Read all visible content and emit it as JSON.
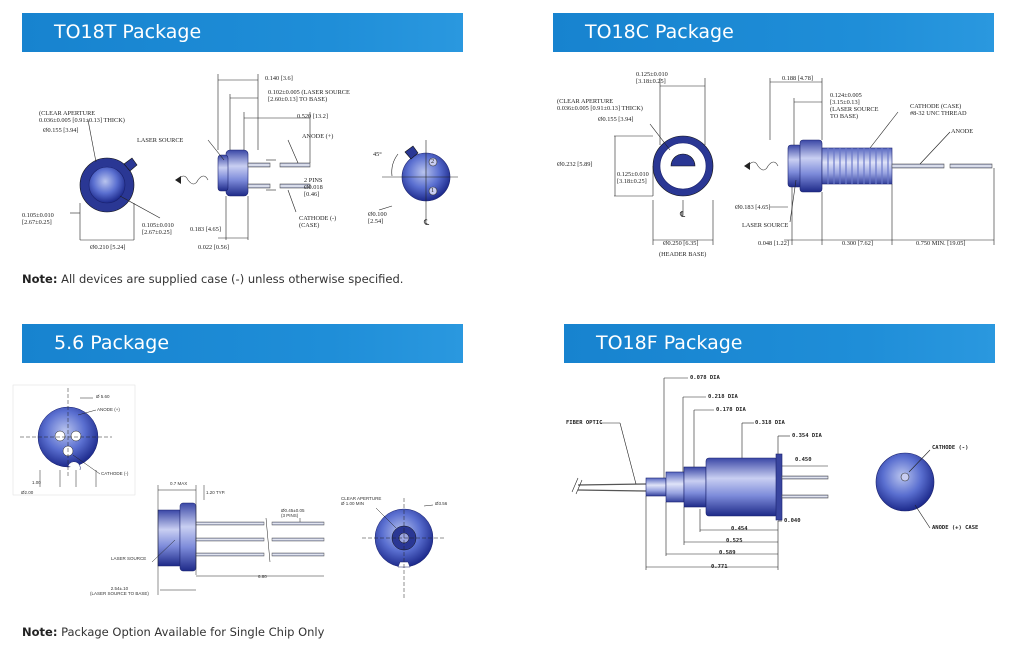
{
  "panels": {
    "to18t": {
      "title": "TO18T  Package"
    },
    "to18c": {
      "title": "TO18C  Package"
    },
    "p56": {
      "title": "5.6 Package"
    },
    "to18f": {
      "title": "TO18F Package"
    }
  },
  "notes": {
    "note1": {
      "label": "Note:",
      "text": " All devices are supplied case (-) unless otherwise specified."
    },
    "note2": {
      "label": "Note:",
      "text": " Package Option Available for Single Chip Only"
    }
  },
  "to18t": {
    "clear_aperture_1": "(CLEAR APERTURE",
    "clear_aperture_2": "0.036±0.005 [0.91±0.13] THICK)",
    "dia155": "Ø0.155 [3.94]",
    "laser_source": "LASER SOURCE",
    "d105a_1": "0.105±0.010",
    "d105a_2": "[2.67±0.25]",
    "d105b_1": "0.105±0.010",
    "d105b_2": "[2.67±0.25]",
    "dia210": "Ø0.210 [5.24]",
    "d140": "0.140 [3.6]",
    "d102_1": "0.102±0.005  (LASER SOURCE",
    "d102_2": "[2.60±0.13]    TO BASE)",
    "d520": "0.520 [13.2]",
    "anode": "ANODE (+)",
    "pins_1": "2 PINS",
    "pins_2": "Ø0.018",
    "pins_3": "[0.46]",
    "cathode_1": "CATHODE (-)",
    "cathode_2": "(CASE)",
    "d183": "0.183 [4.65]",
    "d022": "0.022 [0.56]",
    "deg45": "45°",
    "d100_1": "Ø0.100",
    "d100_2": "[2.54]",
    "pin1": "1",
    "pin2": "2",
    "cl": "℄"
  },
  "to18c": {
    "d125top_1": "0.125±0.010",
    "d125top_2": "[3.18±0.25]",
    "clear_aperture_1": "(CLEAR APERTURE",
    "clear_aperture_2": "0.036±0.005 [0.91±0.13] THICK)",
    "dia155": "Ø0.155 [3.94]",
    "dia232": "Ø0.232 [5.89]",
    "d125mid_1": "0.125±0.010",
    "d125mid_2": "[3.18±0.25]",
    "dia250": "Ø0.250 [6.35]",
    "header_base": "(HEADER BASE)",
    "cl": "℄",
    "d188": "0.188 [4.78]",
    "d124_1": "0.124±0.005",
    "d124_2": "[3.15±0.13]",
    "d124_3": "(LASER SOURCE",
    "d124_4": "TO BASE)",
    "cathode_1": "CATHODE (CASE)",
    "cathode_2": "#8-32 UNC THREAD",
    "anode": "ANODE",
    "d183": "Ø0.183 [4.65]",
    "laser_source": "LASER SOURCE",
    "d048": "0.048 [1.22]",
    "d300": "0.300 [7.62]",
    "d750": "0.750 MIN. [19.05]"
  },
  "p56": {
    "dia560": "Ø 5.60",
    "anode": "ANODE (+)",
    "cathode": "CATHODE (-)",
    "d100": "1.00",
    "dia200": "Ø2.00",
    "max": "0.7 MAX",
    "typ": "1.20 TYP.",
    "pins_1": "Ø0.45±0.05",
    "pins_2": "(3 PINS)",
    "laser_source": "LASER SOURCE",
    "d254_1": "2.54±.10",
    "d254_2": "(LASER SOURCE TO BASE)",
    "d680": "6.80",
    "clear_1": "CLEAR APERTURE",
    "clear_2": "Ø 1.00 MIN",
    "dia356": "Ø3.56"
  },
  "to18f": {
    "d078": "0.078 DIA",
    "d218": "0.218 DIA",
    "d178": "0.178 DIA",
    "fiber": "FIBER OPTIC",
    "d318": "0.318 DIA",
    "d354": "0.354 DIA",
    "d450": "0.450",
    "d040": "0.040",
    "d454": "0.454",
    "d525": "0.525",
    "d589": "0.589",
    "d771": "0.771",
    "cathode": "CATHODE (-)",
    "anode": "ANODE (+) CASE"
  }
}
